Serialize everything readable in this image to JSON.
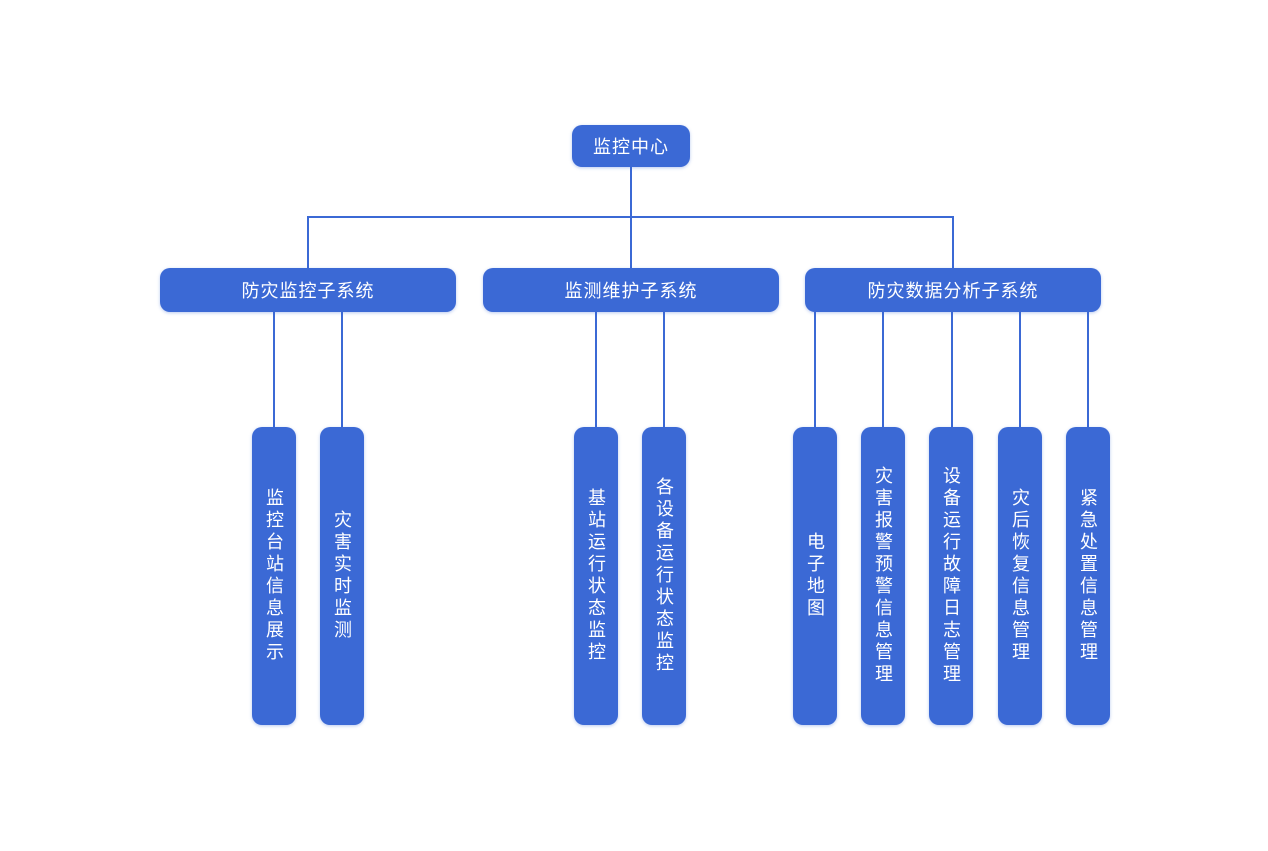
{
  "diagram": {
    "type": "org-chart",
    "root": {
      "label": "监控中心"
    },
    "subsystems": [
      {
        "label": "防灾监控子系统",
        "children": [
          {
            "label": "监控台站信息展示"
          },
          {
            "label": "灾害实时监测"
          }
        ]
      },
      {
        "label": "监测维护子系统",
        "children": [
          {
            "label": "基站运行状态监控"
          },
          {
            "label": "各设备运行状态监控"
          }
        ]
      },
      {
        "label": "防灾数据分析子系统",
        "children": [
          {
            "label": "电子地图"
          },
          {
            "label": "灾害报警预警信息管理"
          },
          {
            "label": "设备运行故障日志管理"
          },
          {
            "label": "灾后恢复信息管理"
          },
          {
            "label": "紧急处置信息管理"
          }
        ]
      }
    ],
    "colors": {
      "node_fill": "#3b69d5",
      "node_text": "#ffffff",
      "connector": "#3b69d5",
      "background": "#ffffff"
    }
  }
}
